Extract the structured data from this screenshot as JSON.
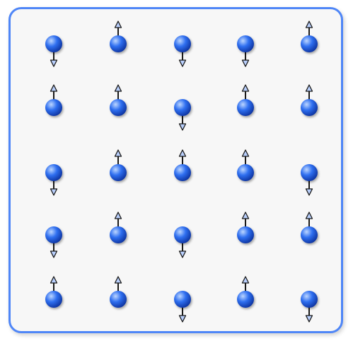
{
  "diagram": {
    "type": "spin-lattice",
    "rows": 5,
    "cols": 5,
    "colors": {
      "frame": "#4f86f7",
      "background": "#f7f7f7",
      "sphere_light": "#9cc3ff",
      "sphere_mid": "#2f6ff0",
      "sphere_dark": "#0b2f9a",
      "arrow_fill": "#b9cffc",
      "arrow_stroke": "#1a1a1a"
    },
    "spins": [
      [
        "down",
        "up",
        "down",
        "down",
        "up"
      ],
      [
        "up",
        "up",
        "down",
        "up",
        "up"
      ],
      [
        "down",
        "up",
        "up",
        "up",
        "down"
      ],
      [
        "down",
        "up",
        "down",
        "up",
        "up"
      ],
      [
        "up",
        "up",
        "down",
        "up",
        "down"
      ]
    ]
  }
}
